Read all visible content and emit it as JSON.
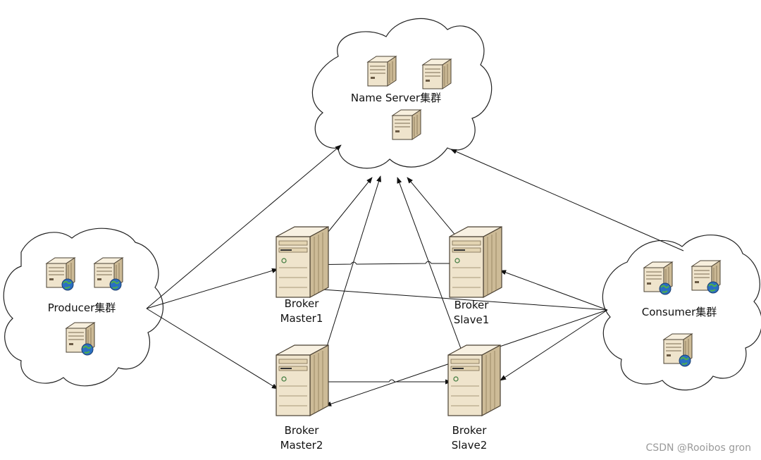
{
  "diagram": {
    "clusters": {
      "name_server": {
        "label": "Name Server集群"
      },
      "producer": {
        "label": "Producer集群"
      },
      "consumer": {
        "label": "Consumer集群"
      }
    },
    "brokers": {
      "master1": {
        "line1": "Broker",
        "line2": "Master1"
      },
      "slave1": {
        "line1": "Broker",
        "line2": "Slave1"
      },
      "master2": {
        "line1": "Broker",
        "line2": "Master2"
      },
      "slave2": {
        "line1": "Broker",
        "line2": "Slave2"
      }
    }
  },
  "watermark": "CSDN @Rooibos gron",
  "icons": {
    "small_server": "server-icon",
    "web_server": "web-server-icon",
    "broker_server": "broker-server-icon"
  },
  "colors": {
    "server_face": "#efe4cc",
    "server_side": "#c9b793",
    "server_outline": "#4a4032",
    "globe": "#2a6fc2",
    "line": "#111111",
    "cloud_stroke": "#222222"
  }
}
